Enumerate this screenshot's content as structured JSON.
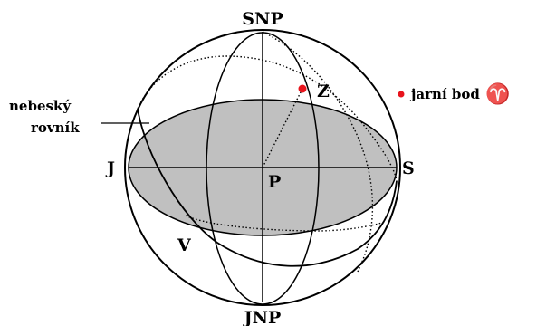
{
  "labels": {
    "north_pole": "SNP",
    "south_pole": "JNP",
    "zenith": "Z",
    "center": "P",
    "south_point": "J",
    "north_point": "S",
    "west_point": "V",
    "equator_line1": "nebeský",
    "equator_line2": "rovník"
  },
  "legend": {
    "text": "jarní bod",
    "symbol": "♈"
  },
  "colors": {
    "horizon_fill": "#c0c0c0",
    "marker": "#e8141c",
    "line": "#000000"
  }
}
